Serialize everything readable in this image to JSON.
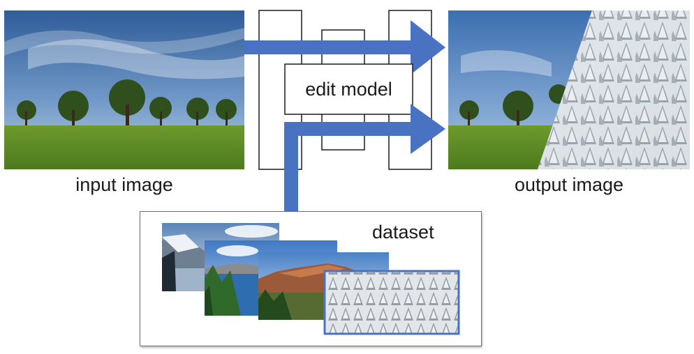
{
  "labels": {
    "input": "input image",
    "output": "output image",
    "model": "edit model",
    "dataset": "dataset"
  },
  "colors": {
    "arrow": "#4a72c2",
    "highlight": "#4a72c2",
    "outline": "#1a1a1a"
  }
}
